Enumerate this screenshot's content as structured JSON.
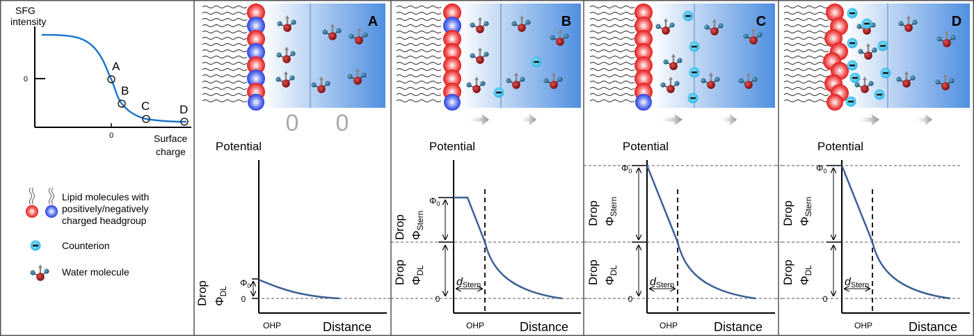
{
  "sfg": {
    "ylabel_line1": "SFG",
    "ylabel_line2": "intensity",
    "y_zero_tick": "0",
    "x_zero_tick": "0",
    "xlabel_line1": "Surface",
    "xlabel_line2": "charge",
    "points": [
      "A",
      "B",
      "C",
      "D"
    ]
  },
  "legend": {
    "lipid_line1": "Lipid molecules with",
    "lipid_line2": "positively/negatively",
    "lipid_line3": "charged headgroup",
    "counterion": "Counterion",
    "water": "Water molecule"
  },
  "panels": [
    {
      "letter": "A",
      "potential_label": "Potential",
      "distance_label": "Distance",
      "ohp_label": "OHP",
      "drop_label": "Drop",
      "phi_dl": "Φ",
      "phi_dl_sub": "DL",
      "phi0": "Φ",
      "phi0_sub": "0",
      "zero": "0",
      "charge_markers": [
        "0",
        "0"
      ]
    },
    {
      "letter": "B",
      "potential_label": "Potential",
      "distance_label": "Distance",
      "ohp_label": "OHP",
      "drop_label": "Drop",
      "phi_dl": "Φ",
      "phi_dl_sub": "DL",
      "phi_stern": "Φ",
      "phi_stern_sub": "Stern",
      "phi0": "Φ",
      "phi0_sub": "0",
      "d_stern": "d",
      "d_stern_sub": "Stern",
      "zero": "0"
    },
    {
      "letter": "C",
      "potential_label": "Potential",
      "distance_label": "Distance",
      "ohp_label": "OHP",
      "drop_label": "Drop",
      "phi_dl": "Φ",
      "phi_dl_sub": "DL",
      "phi_stern": "Φ",
      "phi_stern_sub": "Stern",
      "phi0": "Φ",
      "phi0_sub": "0",
      "d_stern": "d",
      "d_stern_sub": "Stern",
      "zero": "0"
    },
    {
      "letter": "D",
      "potential_label": "Potential",
      "distance_label": "Distance",
      "ohp_label": "OHP",
      "drop_label": "Drop",
      "phi_dl": "Φ",
      "phi_dl_sub": "DL",
      "phi_stern": "Φ",
      "phi_stern_sub": "Stern",
      "phi0": "Φ",
      "phi0_sub": "0",
      "d_stern": "d",
      "d_stern_sub": "Stern",
      "zero": "0"
    }
  ],
  "colors": {
    "curve": "#1f77c9",
    "potential_curve": "#3a5f94",
    "water_gradient_start": "#ffffff",
    "water_gradient_end": "#4f8fe0",
    "counterion": "#36c4ef",
    "water_oxygen": "#9b1515",
    "lipid_positive": "#ee2a2a",
    "lipid_negative": "#3d52e6"
  }
}
